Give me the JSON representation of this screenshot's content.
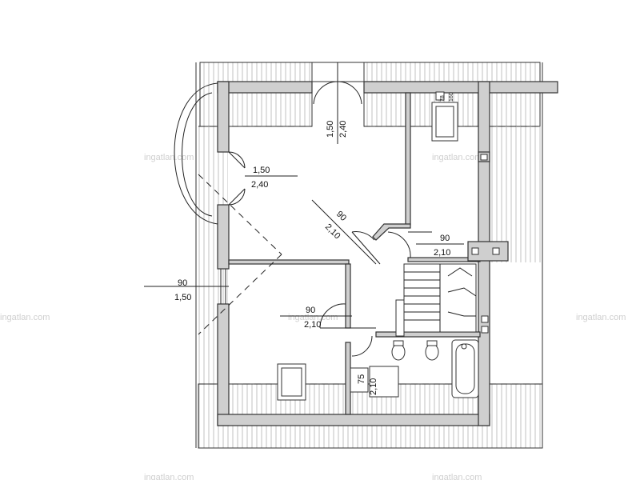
{
  "watermark": {
    "text": "ingatlan.com"
  },
  "openings": {
    "skylight_top": {
      "width": "1,50",
      "height": "2,40"
    },
    "door_left": {
      "width": "1,50",
      "height": "2,40"
    },
    "door_diagonal": {
      "width": "90",
      "height": "2,10"
    },
    "door_right": {
      "width": "90",
      "height": "2,10"
    },
    "window_left": {
      "width": "90",
      "height": "1,50"
    },
    "door_lower": {
      "width": "90",
      "height": "2,10"
    },
    "door_bath": {
      "width": "75",
      "height": "2,10"
    },
    "chimney_small": {
      "a": "78",
      "b": "160"
    }
  }
}
